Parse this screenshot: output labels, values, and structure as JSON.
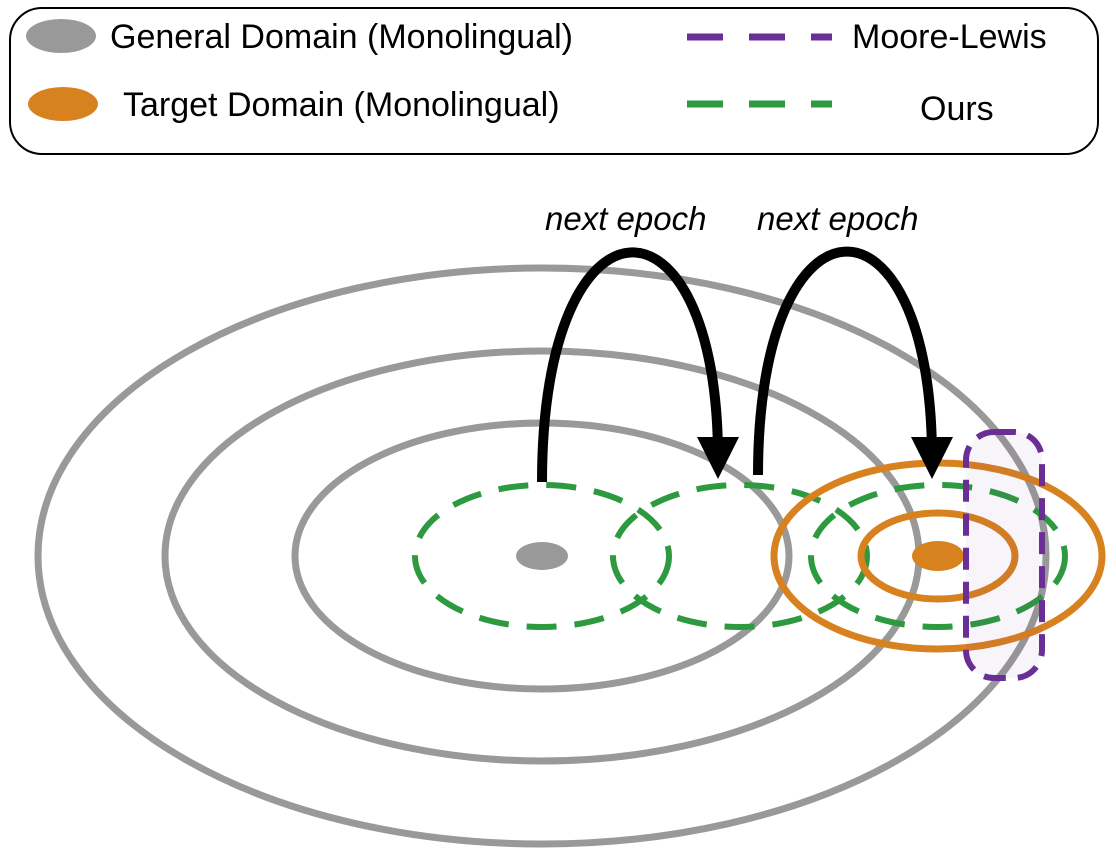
{
  "legend": {
    "general": {
      "label": "General Domain (Monolingual)",
      "color": "#999999"
    },
    "target": {
      "label": "Target Domain (Monolingual)",
      "color": "#d8811f"
    },
    "moore_lewis": {
      "label": "Moore-Lewis",
      "color": "#6a2f95"
    },
    "ours": {
      "label": "Ours",
      "color": "#2e9a3f"
    }
  },
  "arrows": [
    {
      "label": "next epoch"
    },
    {
      "label": "next epoch"
    }
  ],
  "colors": {
    "arrow": "#000000",
    "legend_border": "#000000"
  }
}
